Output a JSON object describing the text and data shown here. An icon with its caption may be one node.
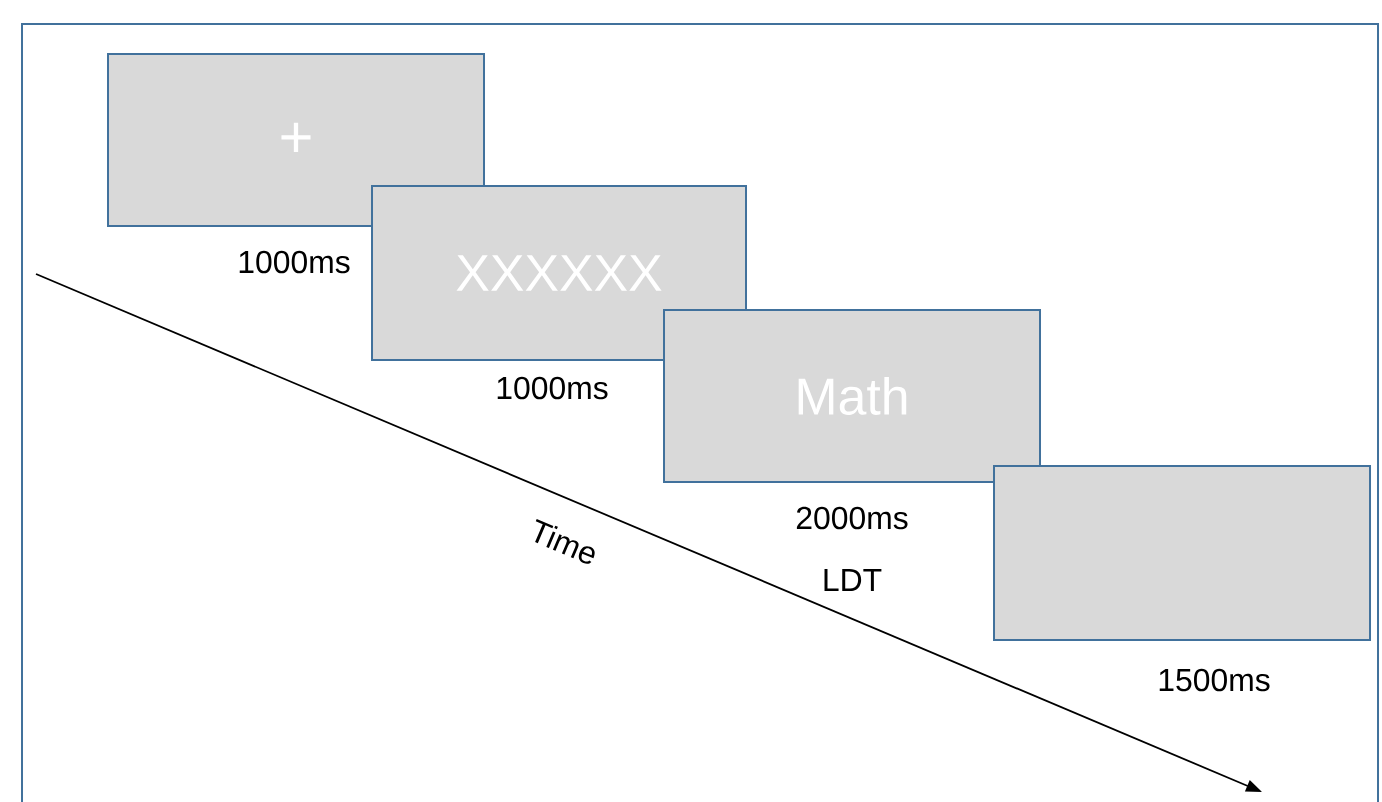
{
  "diagram": {
    "nodes": [
      {
        "text": [
          "+"
        ],
        "beside": [
          "1000ms"
        ]
      },
      {
        "text": [
          "XXXXXX"
        ],
        "beside": [
          "1000ms"
        ]
      },
      {
        "text": [
          "Math"
        ],
        "beside": [
          "2000ms",
          "LDT"
        ]
      },
      {
        "text": [],
        "shape": "box",
        "beside": [
          "1500ms"
        ]
      }
    ],
    "labels": [
      "Time"
    ]
  }
}
